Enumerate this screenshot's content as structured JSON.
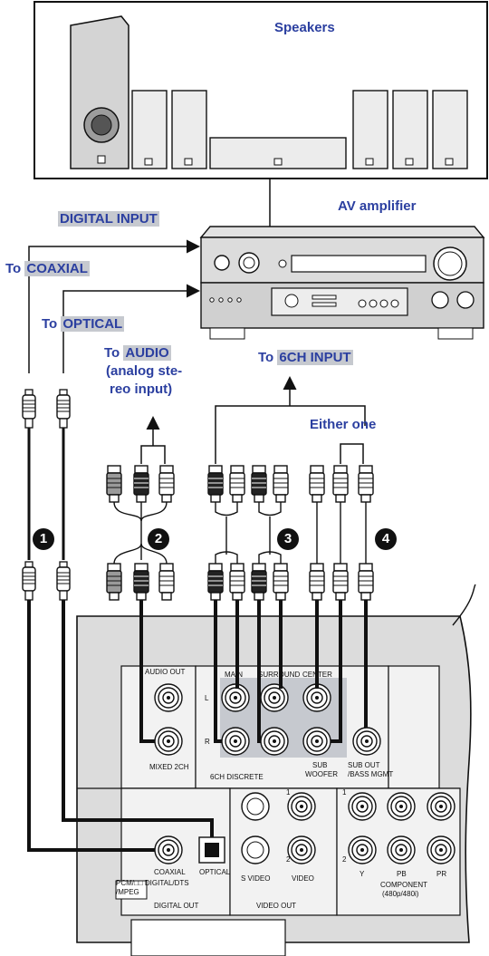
{
  "labels": {
    "speakers": "Speakers",
    "av_amplifier": "AV amplifier",
    "digital_input": "DIGITAL INPUT",
    "to_coaxial_prefix": "To",
    "coaxial": "COAXIAL",
    "to_optical_prefix": "To",
    "optical": "OPTICAL",
    "to_audio_prefix": "To",
    "audio": "AUDIO",
    "analog_line1": "(analog ste-",
    "analog_line2": "reo input)",
    "to_6ch_prefix": "To",
    "six_ch_input": "6CH INPUT",
    "either_one": "Either one"
  },
  "markers": [
    "1",
    "2",
    "3",
    "4"
  ],
  "panel": {
    "audio_out": "AUDIO OUT",
    "main": "MAIN",
    "surround": "SURROUND",
    "center": "CENTER",
    "mixed_2ch": "MIXED 2CH",
    "six_ch_discrete": "6CH DISCRETE",
    "sub": "SUB",
    "woofer": "WOOFER",
    "sub_out": "SUB OUT",
    "bass_mgmt": "/BASS MGMT",
    "l": "L",
    "r": "R",
    "coaxial": "COAXIAL",
    "optical": "OPTICAL",
    "pcm_line": "PCM/□□ DIGITAL/DTS",
    "mpeg": "/MPEG",
    "digital_out": "DIGITAL OUT",
    "video_out": "VIDEO OUT",
    "s_video": "S VIDEO",
    "video": "VIDEO",
    "y": "Y",
    "pb": "PB",
    "pr": "PR",
    "component": "COMPONENT",
    "component_mode": "(480p/480i)",
    "one_a": "1",
    "two_a": "2",
    "one_b": "1",
    "two_b": "2"
  }
}
